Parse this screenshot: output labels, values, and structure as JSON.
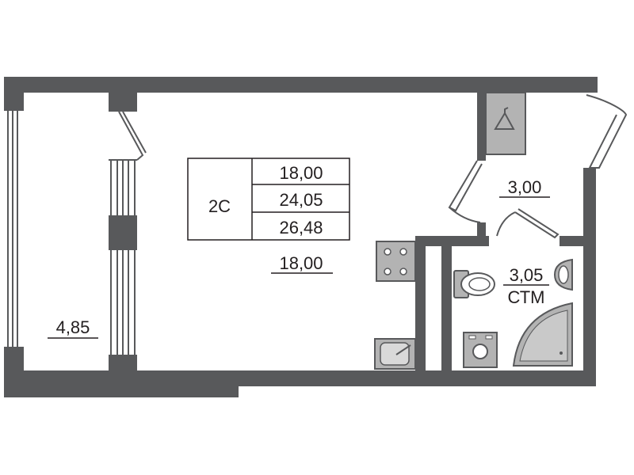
{
  "apartment": {
    "type_label": "2С",
    "areas": [
      "18,00",
      "24,05",
      "26,48"
    ]
  },
  "rooms": {
    "living_area": "18,00",
    "balcony_area": "4,85",
    "hallway_area": "3,00",
    "bathroom_area": "3,05",
    "bathroom_name": "СТМ"
  },
  "colors": {
    "wall": "#58595b",
    "fixture": "#b3b3b3",
    "text": "#231f20"
  }
}
